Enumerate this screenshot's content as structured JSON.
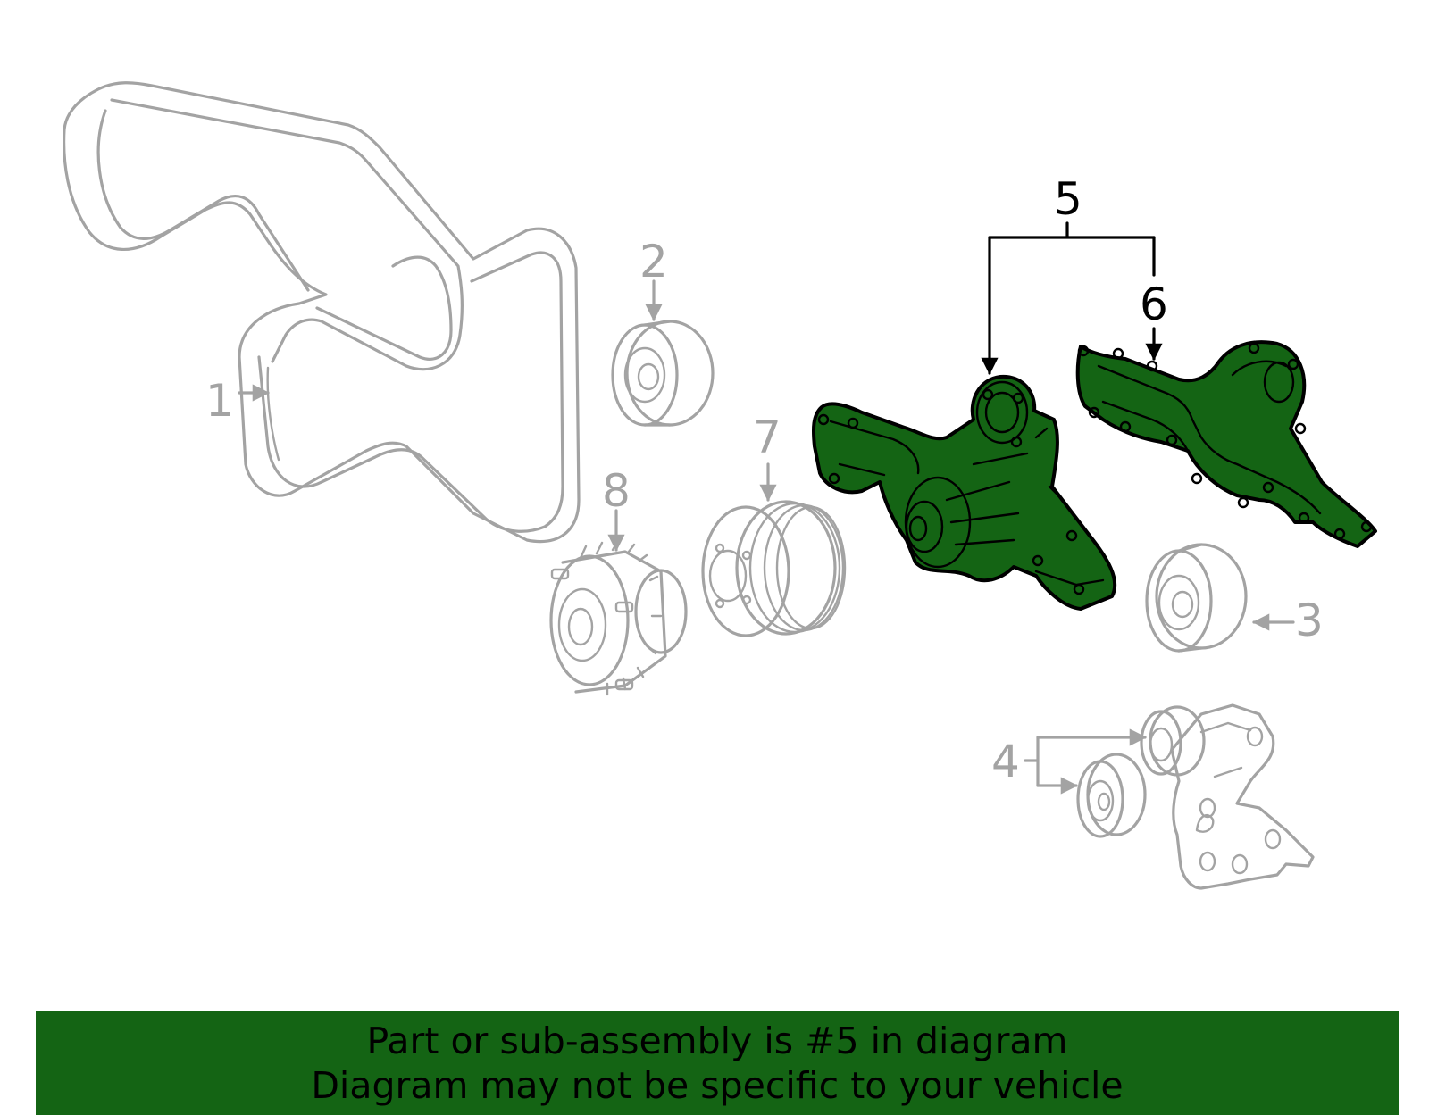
{
  "colors": {
    "highlight": "#146414",
    "banner": "#146414",
    "part_stroke": "#a3a3a3",
    "callout_highlight": "#000000",
    "callout_other": "#a3a3a3"
  },
  "callouts": {
    "belt": "1",
    "idler_upper": "2",
    "idler_right": "3",
    "tensioner": "4",
    "water_pump": "5",
    "gasket": "6",
    "pump_pulley": "7",
    "fan_clutch": "8"
  },
  "banner": {
    "line1": "Part or sub-assembly is #5 in diagram",
    "line2": "Diagram may not be specific to your vehicle"
  }
}
